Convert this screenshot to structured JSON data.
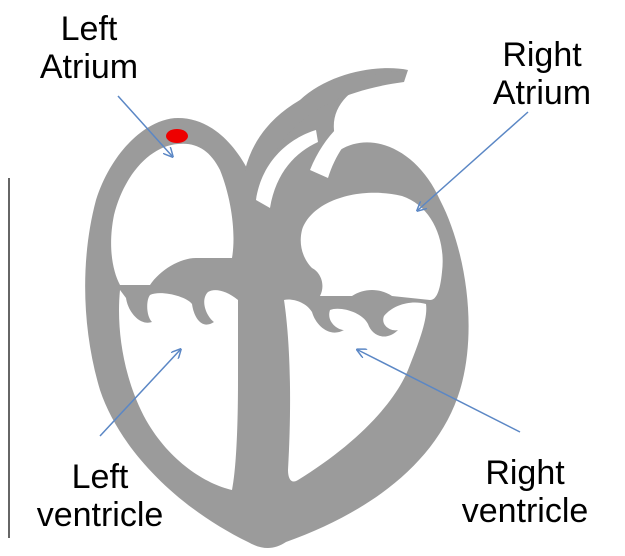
{
  "colors": {
    "heart_wall": "#9b9b9b",
    "chamber_fill": "#ffffff",
    "pointer_arrow": "#5b87c5",
    "marker": "#ee0000",
    "frame_line": "#333333"
  },
  "labels": {
    "left_atrium": [
      "Left",
      "Atrium"
    ],
    "right_atrium": [
      "Right",
      "Atrium"
    ],
    "left_ventricle": [
      "Left",
      "ventricle"
    ],
    "right_ventricle": [
      "Right",
      "ventricle"
    ]
  }
}
